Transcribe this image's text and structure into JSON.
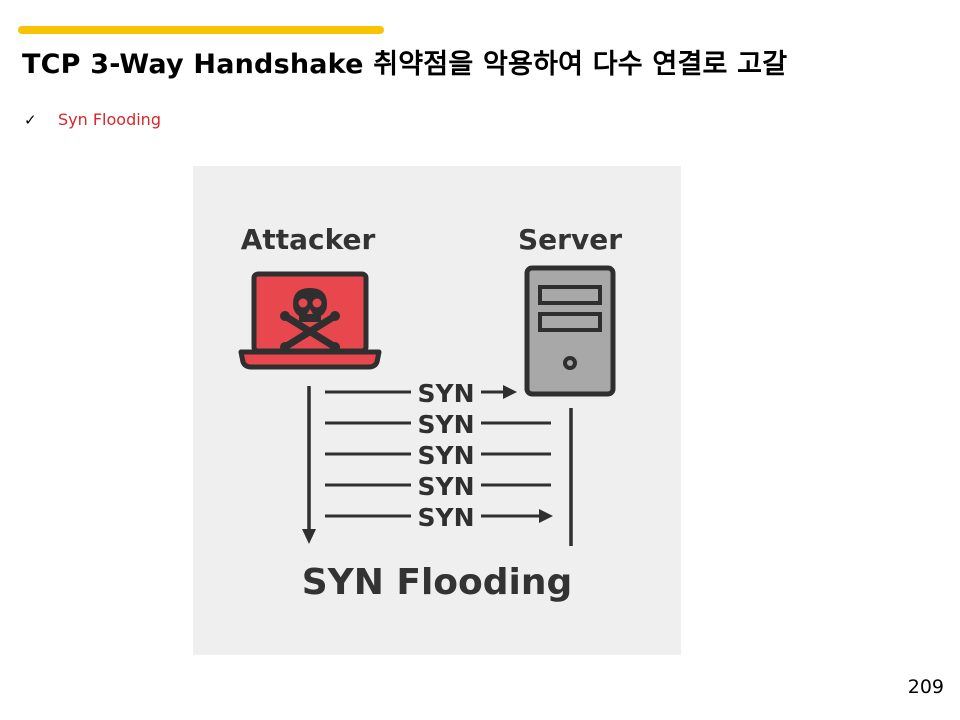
{
  "slide": {
    "title": "TCP 3-Way Handshake 취약점을 악용하여 다수 연결로 고갈",
    "bullet": "Syn Flooding",
    "page_number": "209"
  },
  "diagram": {
    "attacker_label": "Attacker",
    "server_label": "Server",
    "packets": [
      "SYN",
      "SYN",
      "SYN",
      "SYN",
      "SYN"
    ],
    "caption": "SYN Flooding",
    "icons": {
      "attacker": "laptop-skull-icon",
      "server": "server-tower-icon",
      "bullet": "checkmark-icon"
    },
    "colors": {
      "background": "#efefef",
      "laptop_screen": "#e8474e",
      "server_body": "#a8a8a8",
      "accent_bar": "#f8c300",
      "bullet_text": "#d9262b"
    }
  }
}
